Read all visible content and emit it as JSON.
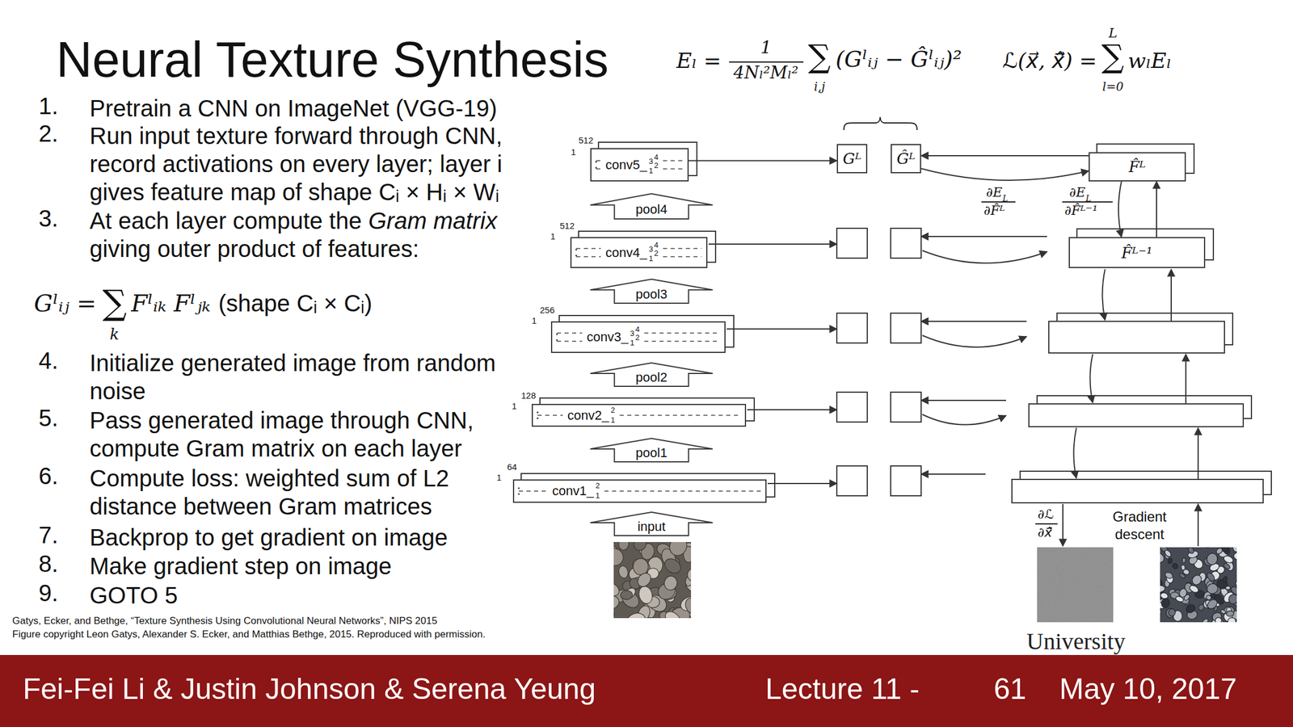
{
  "diagram": {
    "title": "Neural Texture Synthesis",
    "nodes": [
      {
        "text": [
          "conv5_",
          "3",
          "4",
          "2",
          "1"
        ]
      },
      {
        "text": [
          "Gᴸ"
        ]
      },
      {
        "text": [
          "Ĝᴸ"
        ]
      },
      {
        "text": [
          "F̂ᴸ"
        ]
      },
      {
        "text": [
          "pool4"
        ]
      },
      {
        "text": [
          "conv4_",
          "3",
          "4",
          "2",
          "1"
        ]
      },
      {
        "text": [
          "F̂ᴸ⁻¹"
        ]
      },
      {
        "text": [
          "pool3"
        ]
      },
      {
        "text": [
          "conv3_",
          "3",
          "4",
          "2",
          "1"
        ]
      },
      {
        "text": [
          "pool2"
        ]
      },
      {
        "text": [
          "conv2_",
          "2",
          "1"
        ]
      },
      {
        "text": [
          "pool1"
        ]
      },
      {
        "text": [
          "conv1_",
          "2",
          "1"
        ]
      },
      {
        "text": [
          "input"
        ]
      }
    ],
    "edges": [
      {
        "from": 0,
        "to": 1,
        "arrow": "to"
      },
      {
        "from": 3,
        "to": 2,
        "arrow": "to"
      },
      {
        "from": 2,
        "to": 3,
        "arrow": "to"
      },
      {
        "from": 3,
        "to": 6,
        "arrow": "to"
      },
      {
        "from": 6,
        "to": 3,
        "arrow": "to"
      }
    ],
    "labels": [
      "1.",
      "Pretrain a CNN on ImageNet (VGG-19)",
      "2.",
      "Run input texture forward through CNN, record activations on every layer; layer i gives feature map of shape Cᵢ × Hᵢ × Wᵢ",
      "3.",
      "At each layer compute the",
      "Gram matrix",
      "giving outer product of features:",
      "Gˡᵢⱼ =",
      "∑",
      "k",
      "Fˡᵢₖ Fˡⱼₖ",
      "(shape Cᵢ × Cᵢ)",
      "4.",
      "Initialize generated image from random noise",
      "5.",
      "Pass generated image through CNN, compute Gram matrix on each layer",
      "6.",
      "Compute loss: weighted sum of L2 distance between Gram matrices",
      "7.",
      "Backprop to get gradient on image",
      "8.",
      "Make gradient step on image",
      "9.",
      "GOTO 5",
      "Gatys, Ecker, and Bethge, “Texture Synthesis Using Convolutional Neural Networks”, NIPS 2015",
      "Figure copyright Leon Gatys, Alexander S. Ecker, and Matthias Bethge, 2015. Reproduced with permission.",
      "Eₗ =",
      "1",
      "4Nₗ²Mₗ²",
      "∑",
      "i,j",
      "(Gˡᵢⱼ − Ĝˡᵢⱼ)²",
      "ℒ(x⃗, x̂⃗) =",
      "L",
      "∑",
      "l=0",
      "wₗEₗ",
      "512",
      "1",
      "512",
      "1",
      "256",
      "1",
      "128",
      "1",
      "64",
      "1",
      "∂E",
      "L",
      "∂F̂ᴸ",
      "∂E",
      "L",
      "∂F̂ᴸ⁻¹",
      "∂ℒ",
      "∂x̂⃗",
      "Gradient descent",
      "University",
      "Fei-Fei Li & Justin Johnson & Serena Yeung",
      "Lecture 11 -",
      "61",
      "May 10, 2017"
    ]
  }
}
